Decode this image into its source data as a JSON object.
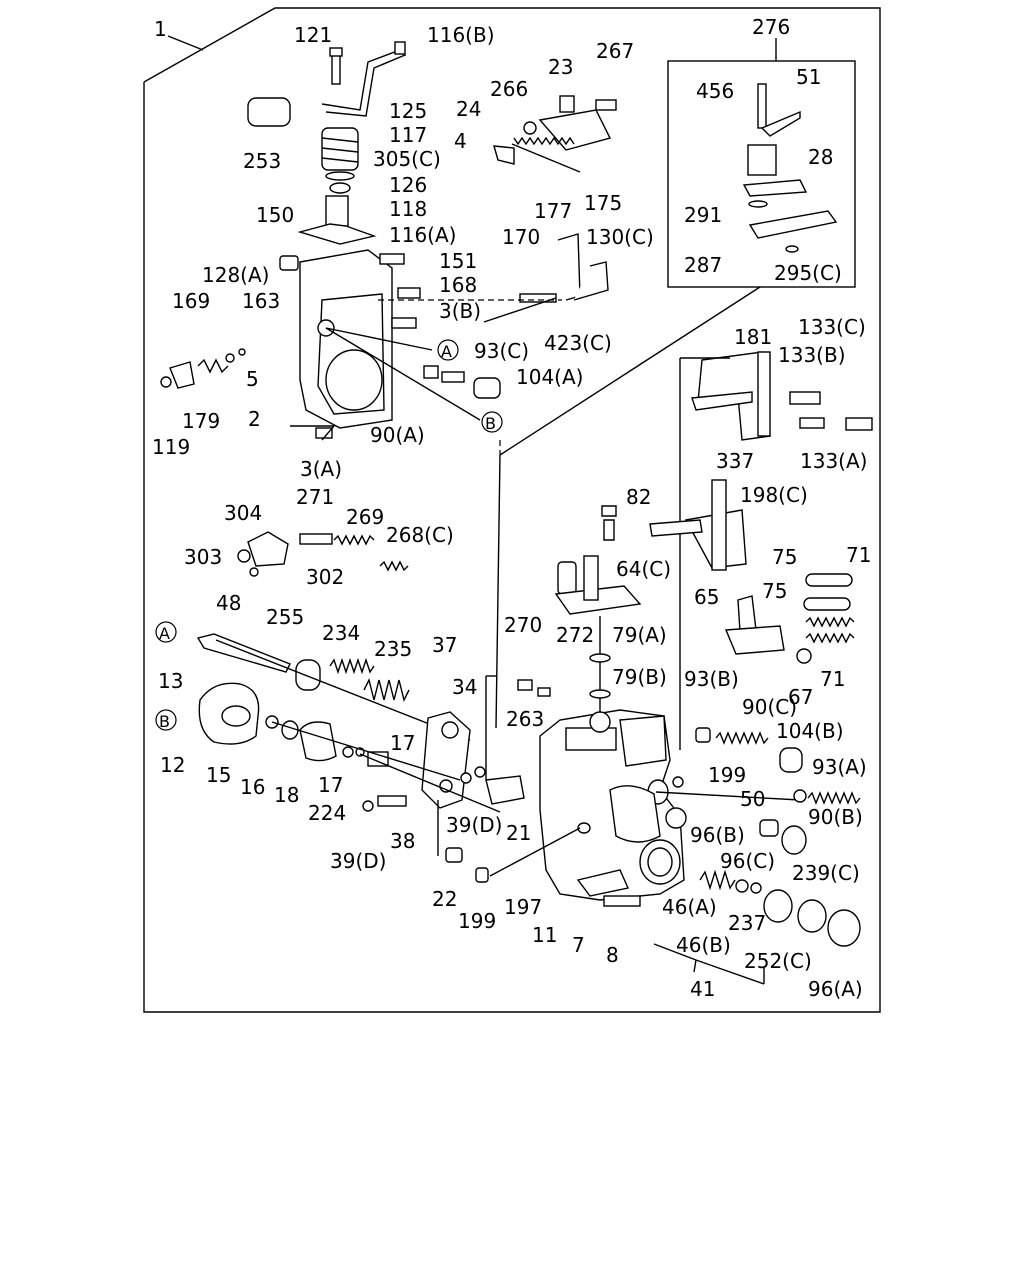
{
  "diagram": {
    "labels": {
      "l1": "1",
      "l121": "121",
      "l116b": "116(B)",
      "l253": "253",
      "l125": "125",
      "l117": "117",
      "l305c": "305(C)",
      "l126": "126",
      "l118": "118",
      "l116a": "116(A)",
      "l150": "150",
      "l151": "151",
      "l168": "168",
      "l3b": "3(B)",
      "l128a": "128(A)",
      "l169": "169",
      "l163": "163",
      "l93c": "93(C)",
      "l104a": "104(A)",
      "l5": "5",
      "l2": "2",
      "l179": "179",
      "l119": "119",
      "l90a": "90(A)",
      "l3a": "3(A)",
      "l24": "24",
      "l266": "266",
      "l23": "23",
      "l267": "267",
      "l4": "4",
      "l177": "177",
      "l175": "175",
      "l170": "170",
      "l130c": "130(C)",
      "l423c": "423(C)",
      "l276": "276",
      "l456": "456",
      "l51": "51",
      "l28": "28",
      "l291": "291",
      "l287": "287",
      "l295c": "295(C)",
      "l181": "181",
      "l133c": "133(C)",
      "l133b": "133(B)",
      "l337": "337",
      "l133a": "133(A)",
      "l198c": "198(C)",
      "l82": "82",
      "l64c": "64(C)",
      "l75a": "75",
      "l75b": "75",
      "l71a": "71",
      "l65": "65",
      "l67": "67",
      "l71b": "71",
      "l304": "304",
      "l271": "271",
      "l269": "269",
      "l268c": "268(C)",
      "l303": "303",
      "l302": "302",
      "l48": "48",
      "l255": "255",
      "l234": "234",
      "l235": "235",
      "l37": "37",
      "l270": "270",
      "l272": "272",
      "l79a": "79(A)",
      "l79b": "79(B)",
      "l13": "13",
      "l34": "34",
      "l263": "263",
      "l93b": "93(B)",
      "l90c": "90(C)",
      "l104b": "104(B)",
      "l93a": "93(A)",
      "l12": "12",
      "l15": "15",
      "l16": "16",
      "l18": "18",
      "l17a": "17",
      "l17b": "17",
      "l224": "224",
      "l39d1": "39(D)",
      "l21": "21",
      "l199a": "199",
      "l50": "50",
      "l96b": "96(B)",
      "l90b": "90(B)",
      "l96c": "96(C)",
      "l239c": "239(C)",
      "l38": "38",
      "l39d2": "39(D)",
      "l22": "22",
      "l199b": "199",
      "l197": "197",
      "l11": "11",
      "l7": "7",
      "l8": "8",
      "l46a": "46(A)",
      "l237": "237",
      "l46b": "46(B)",
      "l252c": "252(C)",
      "l41": "41",
      "l96a": "96(A)"
    },
    "markers": {
      "a_top": "A",
      "b_top": "B",
      "a_left": "A",
      "b_left": "B"
    }
  }
}
